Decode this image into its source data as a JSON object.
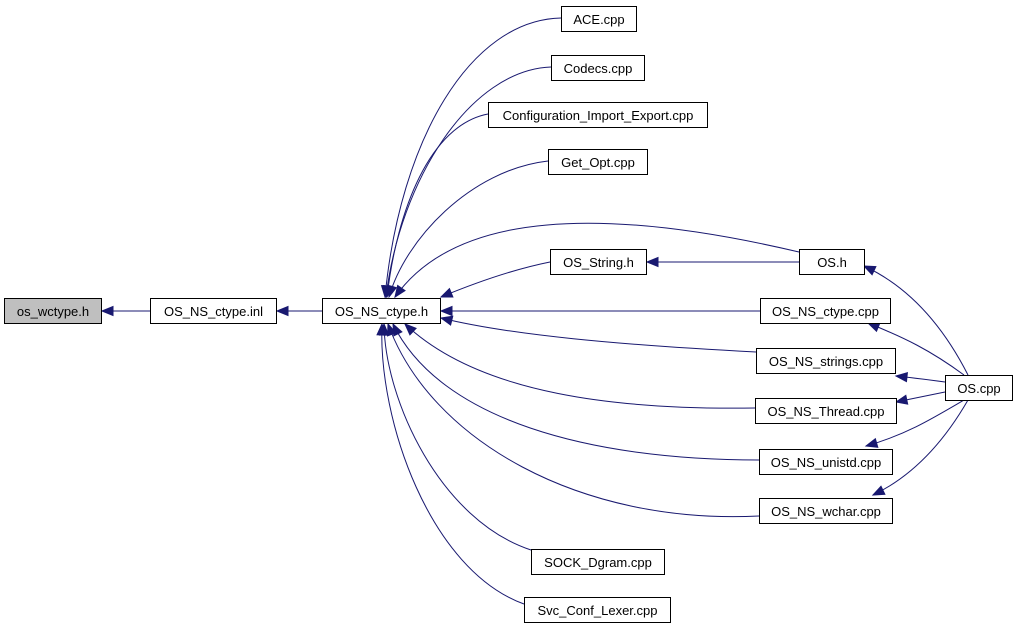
{
  "colors": {
    "edge": "#191970",
    "node_fill": "#ffffff",
    "node_border": "#000000",
    "highlight_fill": "#bfbfbf"
  },
  "nodes": [
    {
      "id": "os_wctype_h",
      "label": "os_wctype.h",
      "highlight": true
    },
    {
      "id": "os_ns_ctype_inl",
      "label": "OS_NS_ctype.inl"
    },
    {
      "id": "os_ns_ctype_h",
      "label": "OS_NS_ctype.h"
    },
    {
      "id": "ace_cpp",
      "label": "ACE.cpp"
    },
    {
      "id": "codecs_cpp",
      "label": "Codecs.cpp"
    },
    {
      "id": "config_cpp",
      "label": "Configuration_Import_Export.cpp"
    },
    {
      "id": "get_opt_cpp",
      "label": "Get_Opt.cpp"
    },
    {
      "id": "os_string_h",
      "label": "OS_String.h"
    },
    {
      "id": "os_h",
      "label": "OS.h"
    },
    {
      "id": "os_ns_ctype_cpp",
      "label": "OS_NS_ctype.cpp"
    },
    {
      "id": "os_ns_strings_cpp",
      "label": "OS_NS_strings.cpp"
    },
    {
      "id": "os_cpp",
      "label": "OS.cpp"
    },
    {
      "id": "os_ns_thread_cpp",
      "label": "OS_NS_Thread.cpp"
    },
    {
      "id": "os_ns_unistd_cpp",
      "label": "OS_NS_unistd.cpp"
    },
    {
      "id": "os_ns_wchar_cpp",
      "label": "OS_NS_wchar.cpp"
    },
    {
      "id": "sock_dgram_cpp",
      "label": "SOCK_Dgram.cpp"
    },
    {
      "id": "svc_conf_lexer_cpp",
      "label": "Svc_Conf_Lexer.cpp"
    }
  ],
  "edges": [
    {
      "from": "os_ns_ctype_inl",
      "to": "os_wctype_h"
    },
    {
      "from": "os_ns_ctype_h",
      "to": "os_ns_ctype_inl"
    },
    {
      "from": "ace_cpp",
      "to": "os_ns_ctype_h"
    },
    {
      "from": "codecs_cpp",
      "to": "os_ns_ctype_h"
    },
    {
      "from": "config_cpp",
      "to": "os_ns_ctype_h"
    },
    {
      "from": "get_opt_cpp",
      "to": "os_ns_ctype_h"
    },
    {
      "from": "os_h",
      "to": "os_ns_ctype_h"
    },
    {
      "from": "os_string_h",
      "to": "os_ns_ctype_h"
    },
    {
      "from": "os_ns_ctype_cpp",
      "to": "os_ns_ctype_h"
    },
    {
      "from": "os_ns_strings_cpp",
      "to": "os_ns_ctype_h"
    },
    {
      "from": "os_ns_thread_cpp",
      "to": "os_ns_ctype_h"
    },
    {
      "from": "os_ns_unistd_cpp",
      "to": "os_ns_ctype_h"
    },
    {
      "from": "os_ns_wchar_cpp",
      "to": "os_ns_ctype_h"
    },
    {
      "from": "sock_dgram_cpp",
      "to": "os_ns_ctype_h"
    },
    {
      "from": "svc_conf_lexer_cpp",
      "to": "os_ns_ctype_h"
    },
    {
      "from": "os_h",
      "to": "os_string_h"
    },
    {
      "from": "os_cpp",
      "to": "os_h"
    },
    {
      "from": "os_cpp",
      "to": "os_ns_ctype_cpp"
    },
    {
      "from": "os_cpp",
      "to": "os_ns_strings_cpp"
    },
    {
      "from": "os_cpp",
      "to": "os_ns_thread_cpp"
    },
    {
      "from": "os_cpp",
      "to": "os_ns_unistd_cpp"
    },
    {
      "from": "os_cpp",
      "to": "os_ns_wchar_cpp"
    }
  ]
}
